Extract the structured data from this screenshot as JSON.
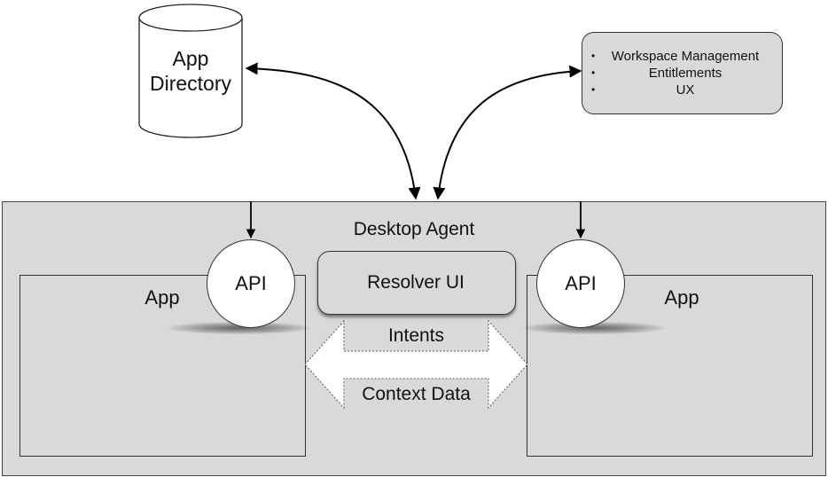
{
  "app_directory": {
    "line1": "App",
    "line2": "Directory"
  },
  "capabilities": {
    "items": [
      "Workspace Management",
      "Entitlements",
      "UX"
    ]
  },
  "desktop_agent": {
    "title": "Desktop Agent"
  },
  "resolver": {
    "label": "Resolver UI"
  },
  "left_app": {
    "label": "App",
    "api_label": "API"
  },
  "right_app": {
    "label": "App",
    "api_label": "API"
  },
  "channel": {
    "top_label": "Intents",
    "bottom_label": "Context Data"
  }
}
